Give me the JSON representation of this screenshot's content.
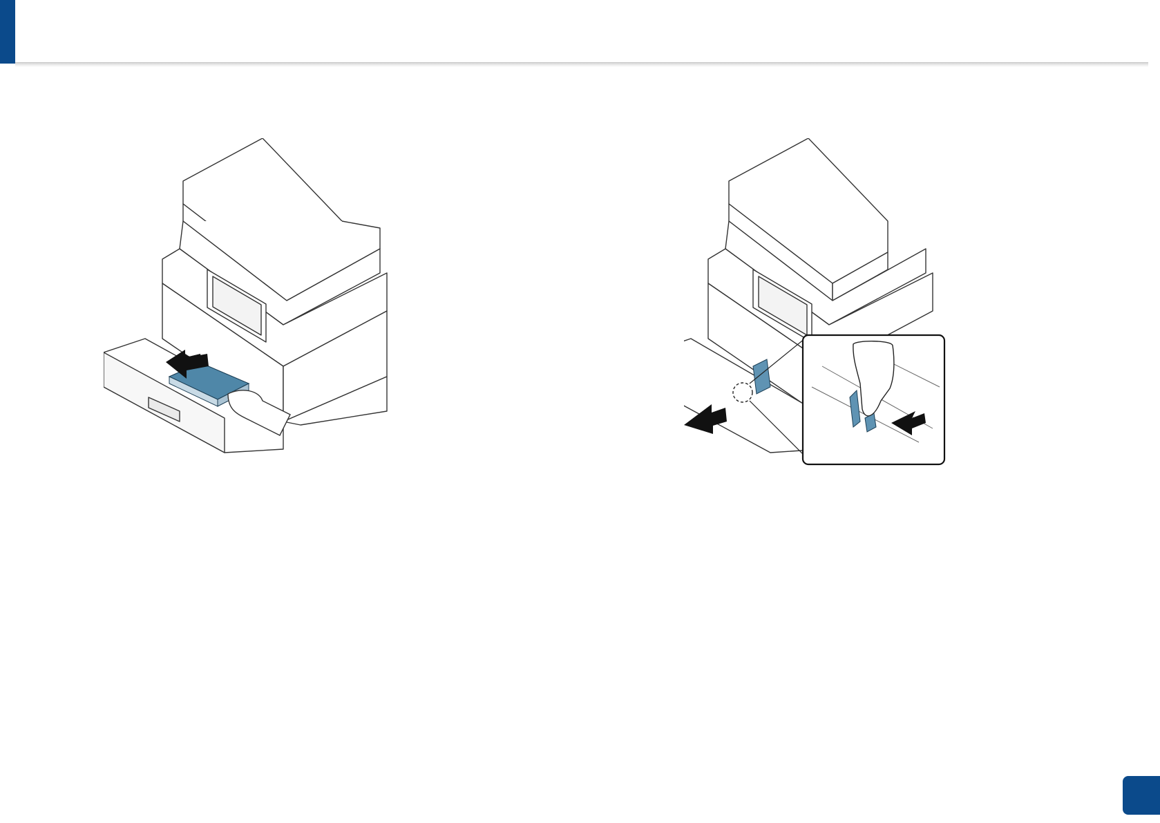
{
  "page": {
    "accent_color": "#0b4a8b",
    "page_number": ""
  },
  "figures": [
    {
      "name": "load-paper-into-tray",
      "icons": [
        "printer",
        "paper-tray",
        "paper-stack",
        "hand",
        "push-arrow"
      ]
    },
    {
      "name": "adjust-paper-length-guide",
      "icons": [
        "printer",
        "paper-tray",
        "length-guide",
        "hand",
        "push-arrow",
        "zoom-callout"
      ]
    }
  ]
}
